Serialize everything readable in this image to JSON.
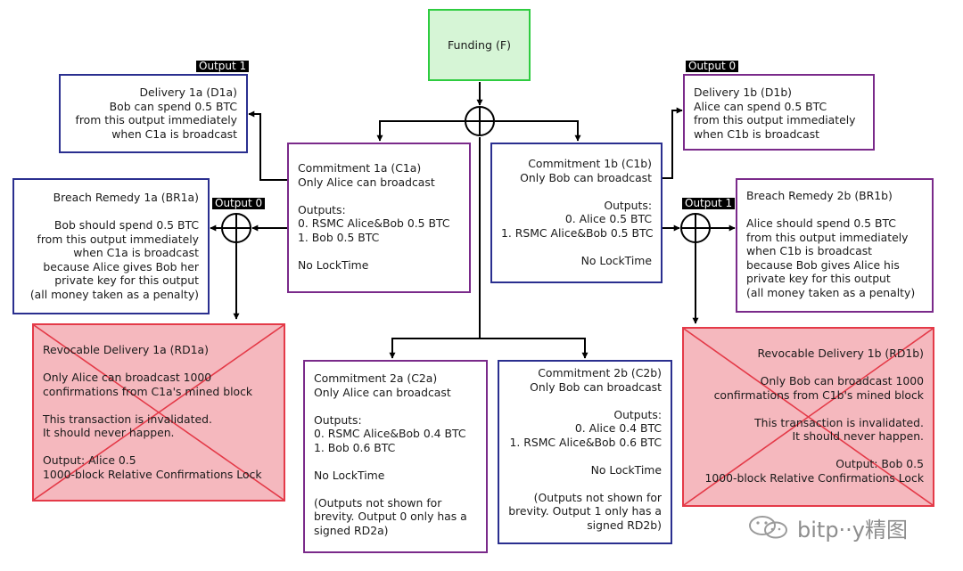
{
  "funding": {
    "lines": [
      "Funding (F)"
    ]
  },
  "d1a": {
    "tag": "Output 1",
    "lines": [
      "Delivery 1a (D1a)",
      "Bob can spend 0.5 BTC",
      "from this output immediately",
      "when C1a is broadcast"
    ]
  },
  "d1b": {
    "tag": "Output 0",
    "lines": [
      "Delivery 1b (D1b)",
      "Alice can spend 0.5 BTC",
      "from this output immediately",
      "when C1b is broadcast"
    ]
  },
  "c1a": {
    "lines": [
      "Commitment 1a (C1a)",
      "Only Alice can broadcast",
      "",
      "Outputs:",
      "0. RSMC Alice&Bob 0.5 BTC",
      "1. Bob 0.5 BTC",
      "",
      "No LockTime"
    ]
  },
  "c1b": {
    "lines": [
      "Commitment 1b (C1b)",
      "Only Bob can broadcast",
      "",
      "Outputs:",
      "0. Alice 0.5 BTC",
      "1. RSMC Alice&Bob 0.5 BTC",
      "",
      "No LockTime"
    ]
  },
  "br1a": {
    "tag": "Output 0",
    "lines": [
      "Breach Remedy 1a (BR1a)",
      "",
      "Bob should spend 0.5 BTC",
      "from this output immediately",
      "when C1a is broadcast",
      "because Alice gives Bob her",
      "private key for this output",
      "(all money taken as a penalty)"
    ]
  },
  "br1b": {
    "tag": "Output 1",
    "lines": [
      "Breach Remedy 2b (BR1b)",
      "",
      "Alice should spend 0.5 BTC",
      "from this output immediately",
      "when C1b is broadcast",
      "because Bob gives Alice his",
      "private key for this output",
      "(all money taken as a penalty)"
    ]
  },
  "rd1a": {
    "lines": [
      "Revocable Delivery 1a (RD1a)",
      "",
      "Only Alice can broadcast 1000",
      "confirmations from C1a's mined block",
      "",
      "This transaction is invalidated.",
      "It should never happen.",
      "",
      "Output: Alice 0.5",
      "1000-block Relative Confirmations Lock"
    ]
  },
  "rd1b": {
    "lines": [
      "Revocable Delivery 1b (RD1b)",
      "",
      "Only Bob can broadcast 1000",
      "confirmations from C1b's mined block",
      "",
      "This transaction is invalidated.",
      "It should never happen.",
      "",
      "Output: Bob 0.5",
      "1000-block Relative Confirmations Lock"
    ]
  },
  "c2a": {
    "lines": [
      "Commitment 2a (C2a)",
      "Only Alice can broadcast",
      "",
      "Outputs:",
      "0. RSMC Alice&Bob 0.4 BTC",
      "1. Bob 0.6 BTC",
      "",
      "No LockTime",
      "",
      "(Outputs not shown for",
      "brevity. Output 0 only has a",
      "signed RD2a)"
    ]
  },
  "c2b": {
    "lines": [
      "Commitment 2b (C2b)",
      "Only Bob can broadcast",
      "",
      "Outputs:",
      "0. Alice 0.4 BTC",
      "1. RSMC Alice&Bob 0.6 BTC",
      "",
      "No LockTime",
      "",
      "(Outputs not shown for",
      "brevity. Output 1 only has a",
      "signed RD2b)"
    ]
  },
  "watermark": {
    "text": "bitp··y精图",
    "icon": "wechat-icon"
  },
  "colors": {
    "funding_fill": "#d6f5d6",
    "funding_border": "#2ecc40",
    "purple": "#7a2a8a",
    "blue": "#2a2f8f",
    "revoked_fill": "#f5b8be",
    "revoked_border": "#e43a48"
  }
}
